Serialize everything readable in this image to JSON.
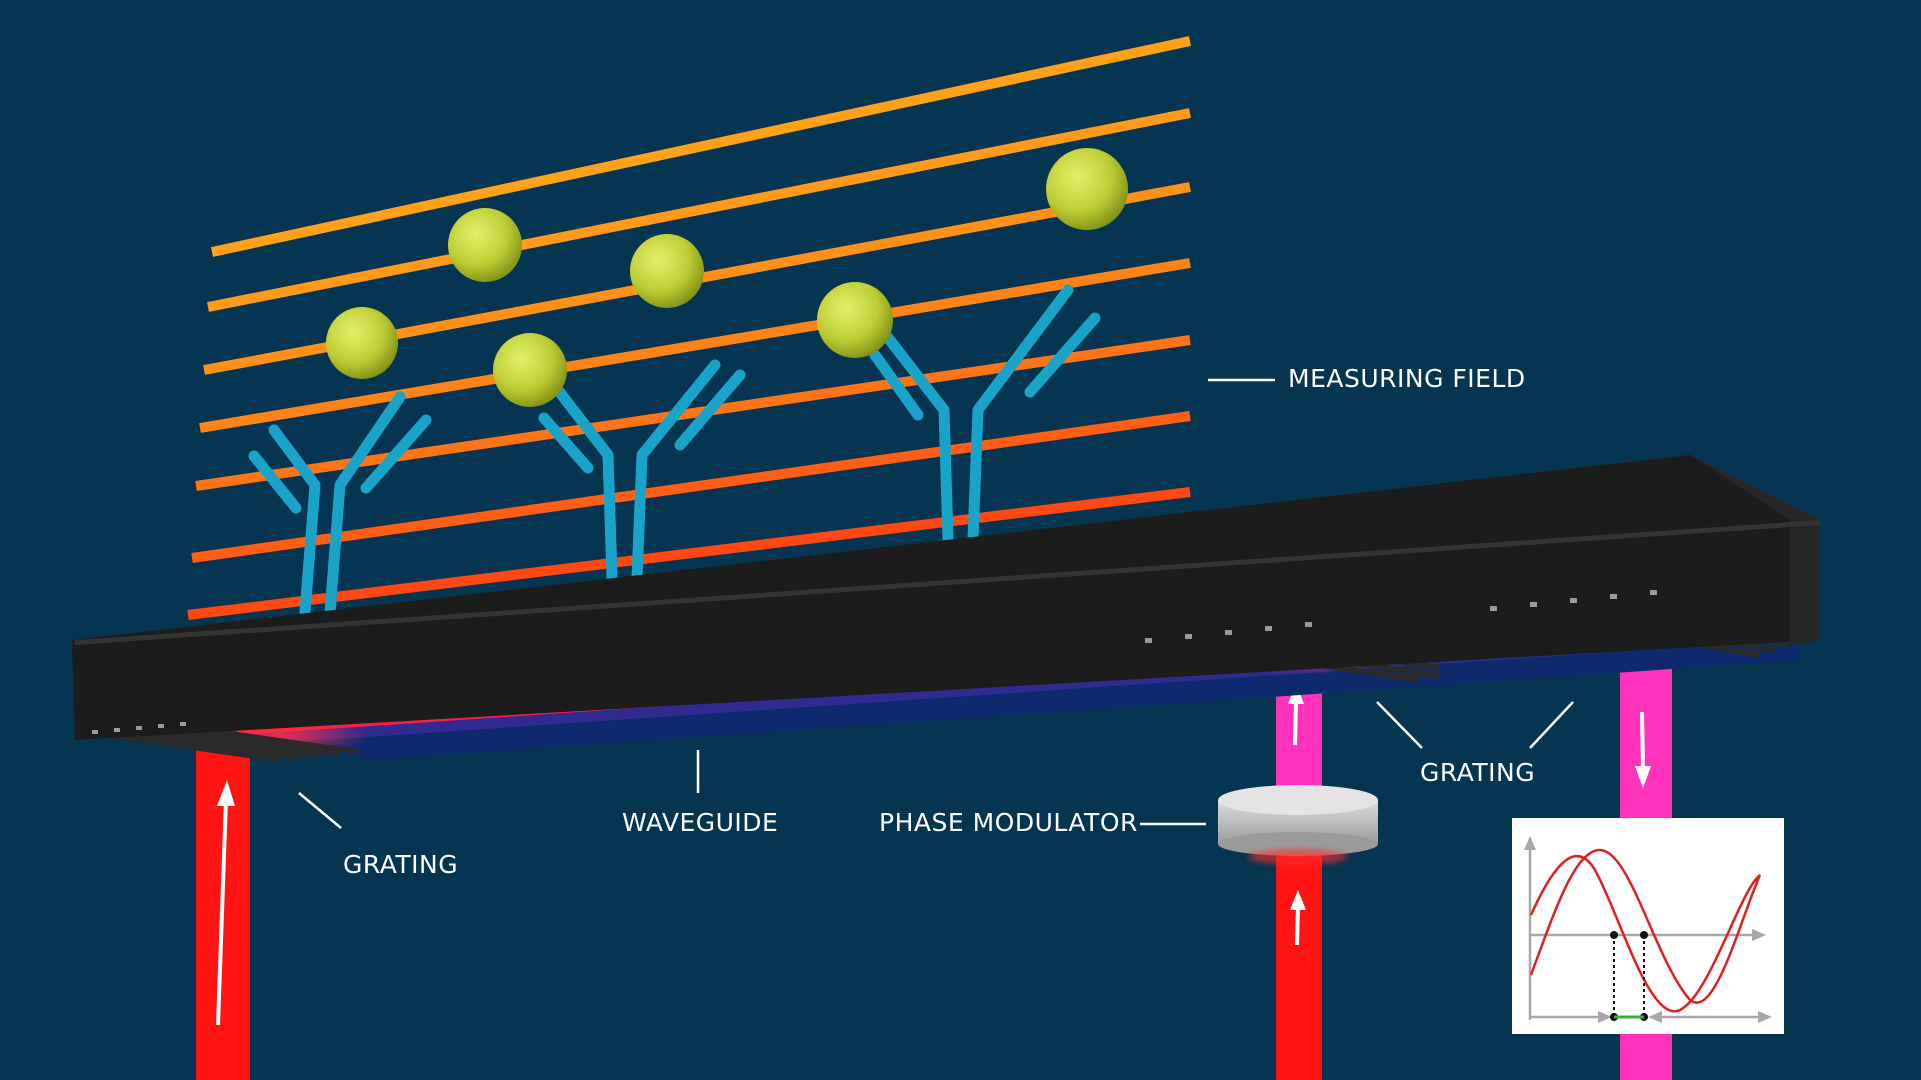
{
  "labels": {
    "measuring_field": "MEASURING FIELD",
    "waveguide": "WAVEGUIDE",
    "grating_left": "GRATING",
    "grating_right": "GRATING",
    "phase_modulator": "PHASE MODULATOR"
  },
  "colors": {
    "background": "#053550",
    "chip": "#1f1f1f",
    "antibody": "#1aa3c9",
    "antigen": "#c6d63a",
    "field_top": "#ffa01a",
    "field_bottom": "#ff2a10",
    "beam_red": "#ff1a1a",
    "beam_pink": "#ff33bb",
    "waveguide": "#ff2a55",
    "sine_wave": "#e02020"
  },
  "icons": [
    "arrow-up-icon",
    "arrow-down-icon",
    "sine-wave-plot-icon"
  ]
}
